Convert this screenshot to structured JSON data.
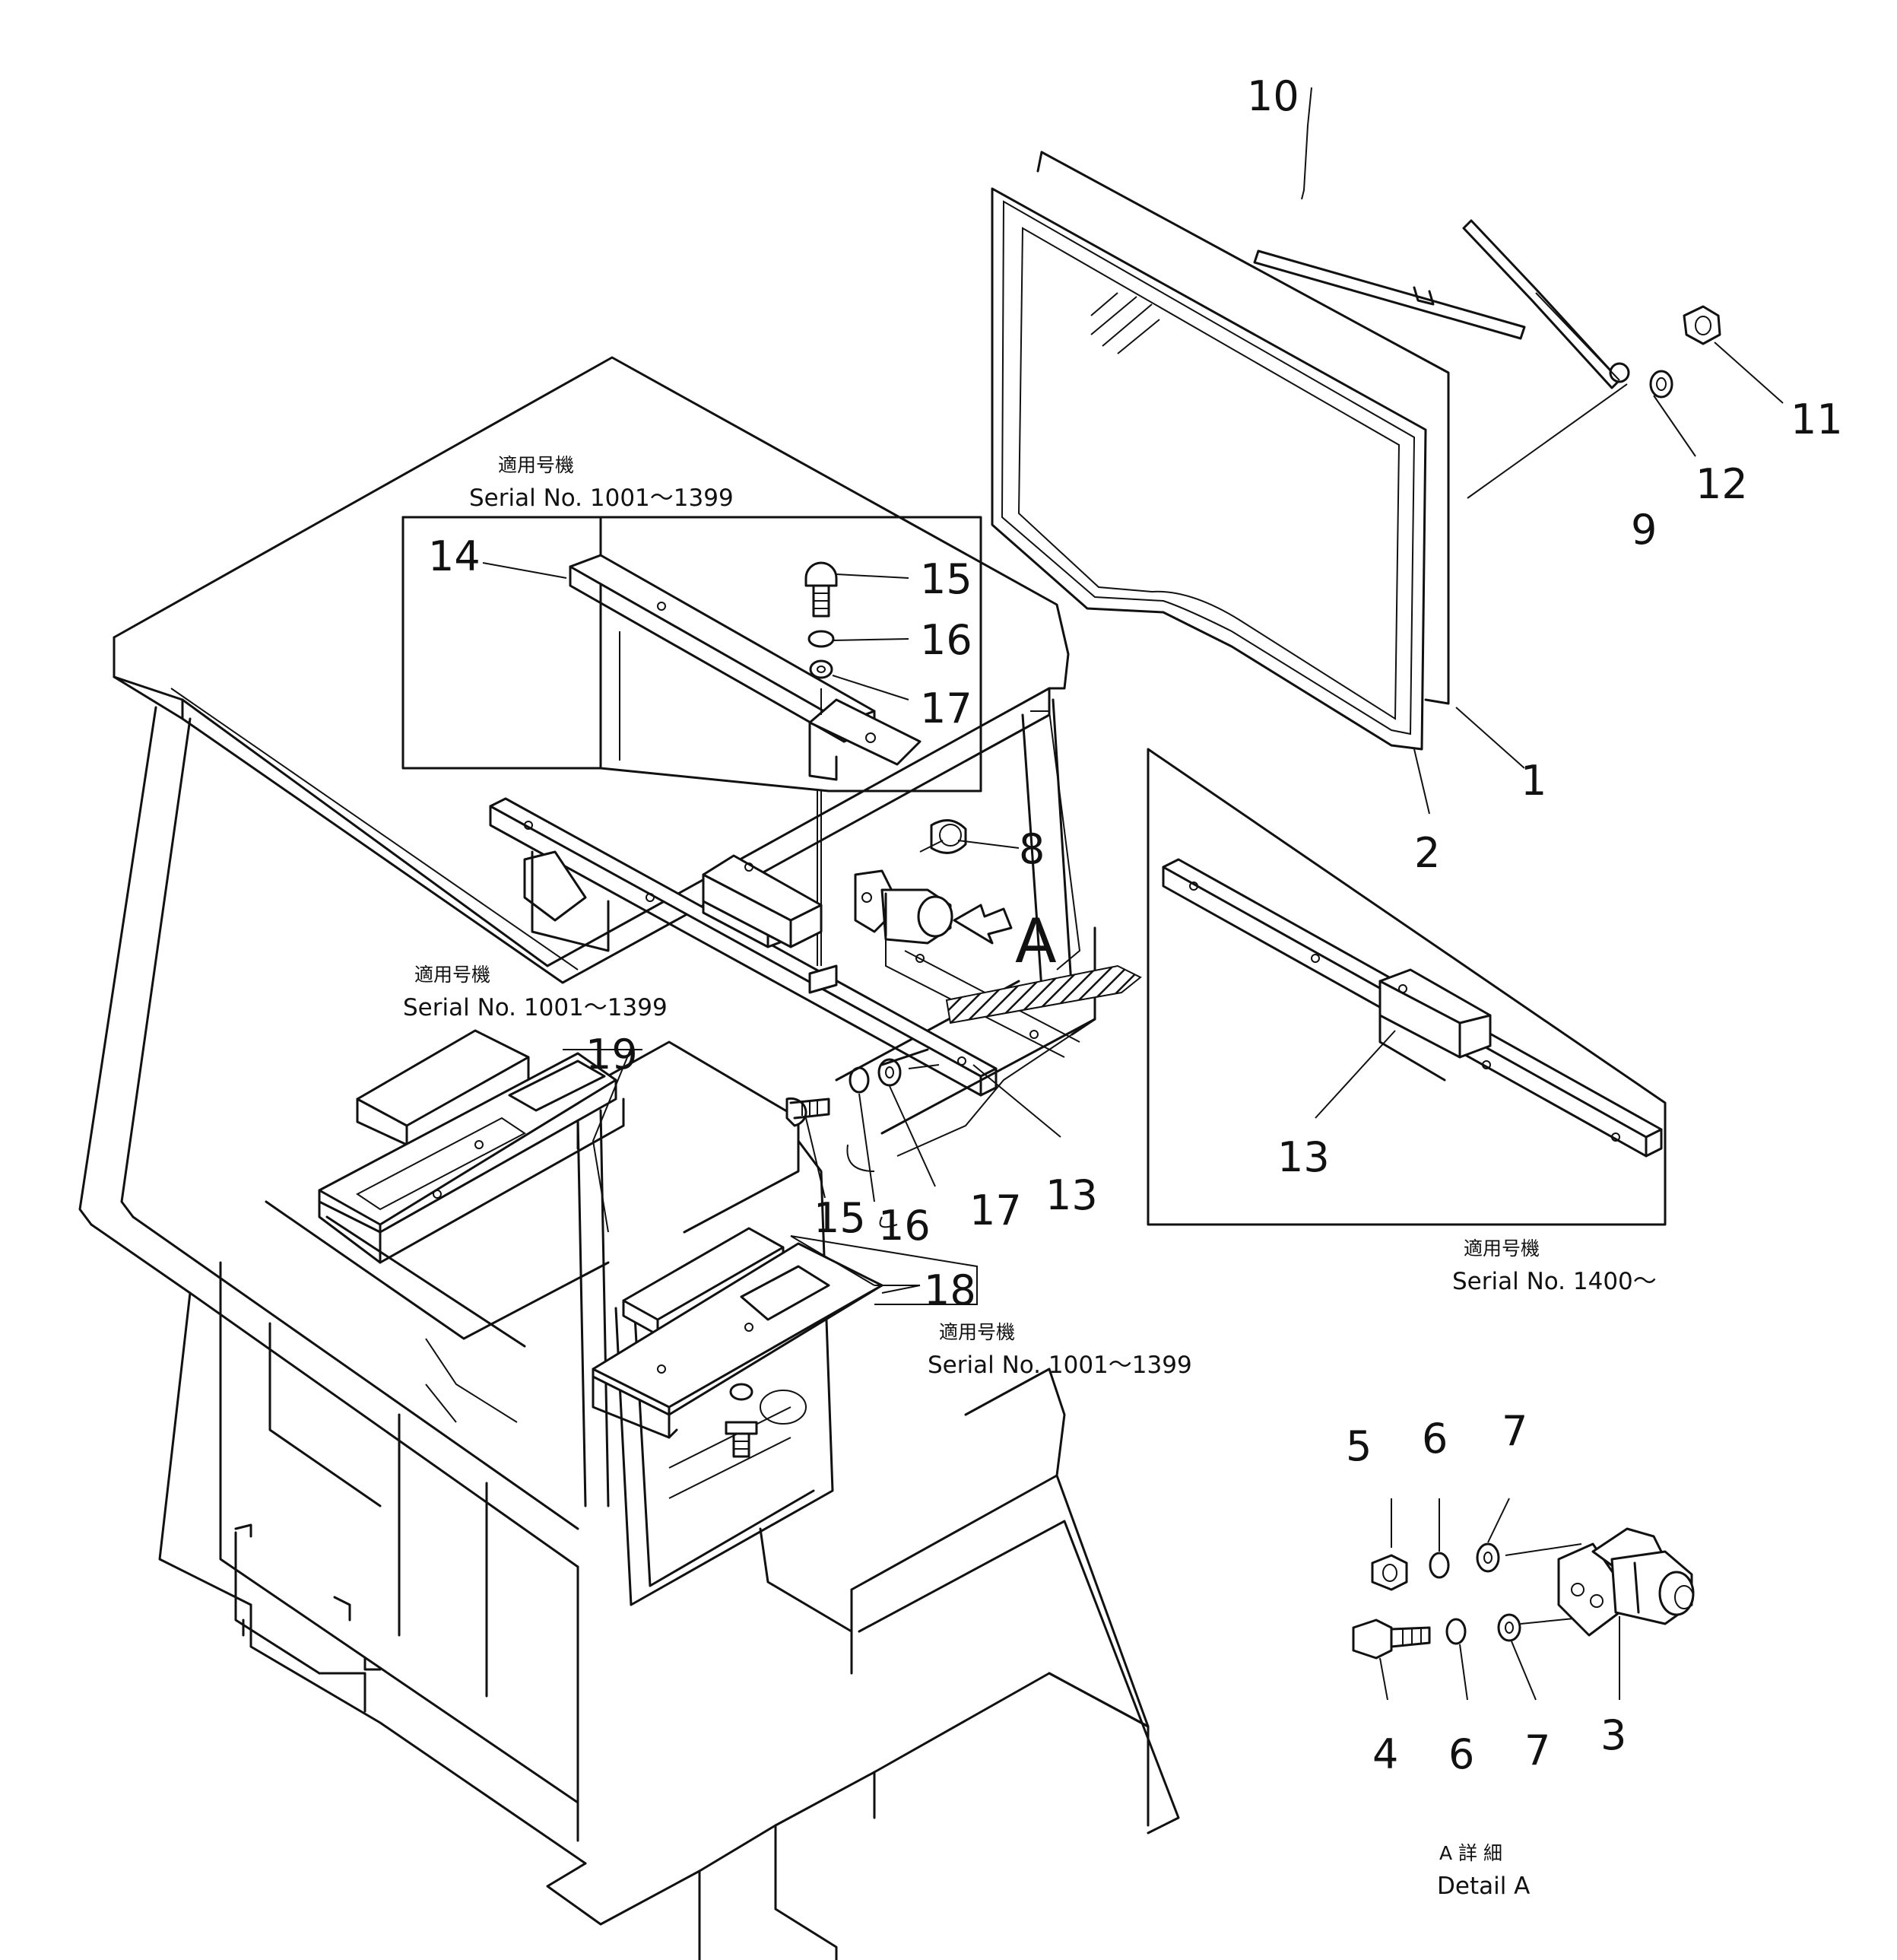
{
  "labels": {
    "n1": "1",
    "n2": "2",
    "n3": "3",
    "n4": "4",
    "n5": "5",
    "n6a": "6",
    "n6b": "6",
    "n7a": "7",
    "n7b": "7",
    "n8": "8",
    "n9": "9",
    "n10": "10",
    "n11": "11",
    "n12": "12",
    "n13a": "13",
    "n13b": "13",
    "n14": "14",
    "n15a": "15",
    "n15b": "15",
    "n16a": "16",
    "n16b": "16",
    "n17a": "17",
    "n17b": "17",
    "n18": "18",
    "n19": "19",
    "arrowA": "A"
  },
  "notes": {
    "applicable_jp": "適用号機",
    "serial_1001_1399": "Serial No. 1001～1399",
    "serial_1400": "Serial No. 1400～"
  },
  "detail": {
    "jp": "A 詳 細",
    "en": "Detail A"
  }
}
